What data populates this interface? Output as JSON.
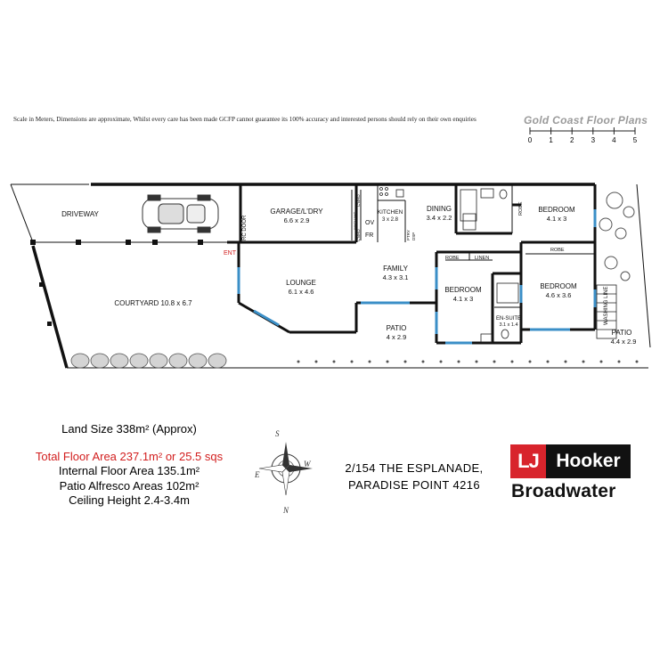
{
  "disclaimer": "Scale in Meters, Dimensions are approximate, Whilst every care has been made GCFP cannot guarantee its 100% accuracy and interested persons should rely on their own enquiries",
  "brand": "Gold Coast Floor Plans",
  "scale_ticks": [
    "0",
    "1",
    "2",
    "3",
    "4",
    "5"
  ],
  "rooms": {
    "driveway": {
      "name": "DRIVEWAY"
    },
    "courtyard": {
      "name": "COURTYARD 10.8 x 6.7"
    },
    "garage": {
      "name": "GARAGE/L'DRY",
      "dims": "6.6 x 2.9"
    },
    "lounge": {
      "name": "LOUNGE",
      "dims": "6.1 x 4.6"
    },
    "kitchen": {
      "name": "KITCHEN",
      "dims": "3 x 2.8"
    },
    "dining": {
      "name": "DINING",
      "dims": "3.4 x 2.2"
    },
    "family": {
      "name": "FAMILY",
      "dims": "4.3 x 3.1"
    },
    "patio_mid": {
      "name": "PATIO",
      "dims": "4 x 2.9"
    },
    "bedroom1": {
      "name": "BEDROOM",
      "dims": "4.1 x 3"
    },
    "bedroom2": {
      "name": "BEDROOM",
      "dims": "4.1 x 3"
    },
    "bedroom3": {
      "name": "BEDROOM",
      "dims": "4.6 x 3.6"
    },
    "ensuite": {
      "name": "EN-SUITE",
      "dims": "3.1 x 1.4"
    },
    "patio_rear": {
      "name": "PATIO",
      "dims": "4.4 x 2.9"
    }
  },
  "labels": {
    "rc_door": "RC DOOR",
    "entry": "ENT",
    "robe_a": "ROBE",
    "robe_b": "ROBE",
    "robe_c": "ROBE",
    "linen": "LINEN",
    "washing_line": "WASHING LINE",
    "cbrd_a": "C'BRD",
    "cbrd_b": "C'BRD",
    "wash_mc": "WASH M/C",
    "ov": "OV",
    "fr": "FR",
    "ptry": "PTRY",
    "dsp": "DSP"
  },
  "compass": {
    "n": "N",
    "s": "S",
    "e": "E",
    "w": "W"
  },
  "info": {
    "land_size": "Land Size 338m² (Approx)",
    "total_floor": "Total Floor Area 237.1m² or 25.5 sqs",
    "internal_floor": "Internal Floor Area 135.1m²",
    "patio_areas": "Patio Alfresco Areas 102m²",
    "ceiling": "Ceiling Height 2.4-3.4m"
  },
  "address": {
    "line1": "2/154 THE ESPLANADE,",
    "line2": "PARADISE POINT 4216"
  },
  "agency": {
    "lj": "LJ",
    "hooker": "Hooker",
    "office": "Broadwater"
  },
  "colors": {
    "wall": "#111111",
    "window": "#3b8fc7",
    "accent_red": "#d21e1e",
    "logo_red": "#d8242c",
    "foliage": "#555555"
  }
}
